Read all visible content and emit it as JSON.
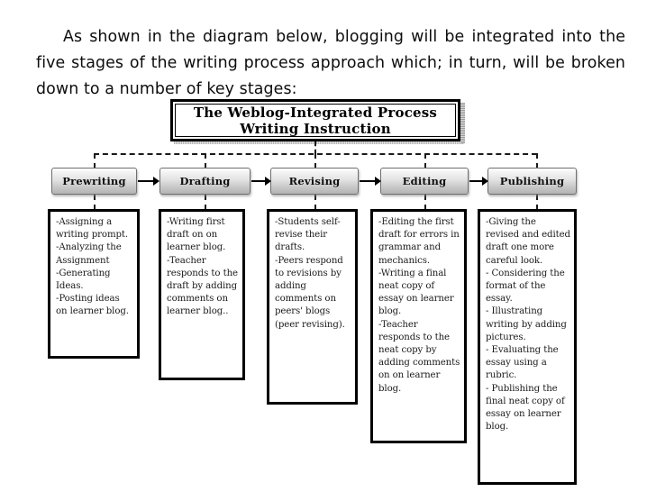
{
  "intro": {
    "paragraph": "As shown in the diagram below, blogging will be integrated into the five stages of the writing process approach which; in turn, will be broken down to a number of key stages:"
  },
  "diagram": {
    "title": "The Weblog-Integrated Process\nWriting Instruction",
    "title_line1": "The Weblog-Integrated Process",
    "title_line2": "Writing Instruction",
    "stages": [
      {
        "id": "prewriting",
        "label": "Prewriting",
        "details": "-Assigning a writing prompt.\n-Analyzing the Assignment\n-Generating Ideas.\n-Posting ideas on learner blog."
      },
      {
        "id": "drafting",
        "label": "Drafting",
        "details": "-Writing first draft on on learner blog.\n-Teacher responds to the draft by adding comments on learner blog.."
      },
      {
        "id": "revising",
        "label": "Revising",
        "details": " -Students self-revise their drafts.\n -Peers respond to revisions by adding comments on peers' blogs (peer revising)."
      },
      {
        "id": "editing",
        "label": "Editing",
        "details": "-Editing the first draft for errors in grammar and mechanics.\n-Writing a final neat copy of essay on learner blog.\n-Teacher responds to the neat copy by adding comments on on learner blog."
      },
      {
        "id": "publishing",
        "label": "Publishing",
        "details": "-Giving the revised and edited draft one more careful look.\n- Considering the format of the essay.\n- Illustrating writing by adding pictures.\n- Evaluating the essay using a rubric.\n- Publishing the final neat copy of essay on learner blog."
      }
    ],
    "colors": {
      "line": "#1a1a1a",
      "box_border": "#000000",
      "stage_fill_top": "#fdfdfd",
      "stage_fill_bottom": "#b3b3b3",
      "background": "#ffffff"
    }
  }
}
